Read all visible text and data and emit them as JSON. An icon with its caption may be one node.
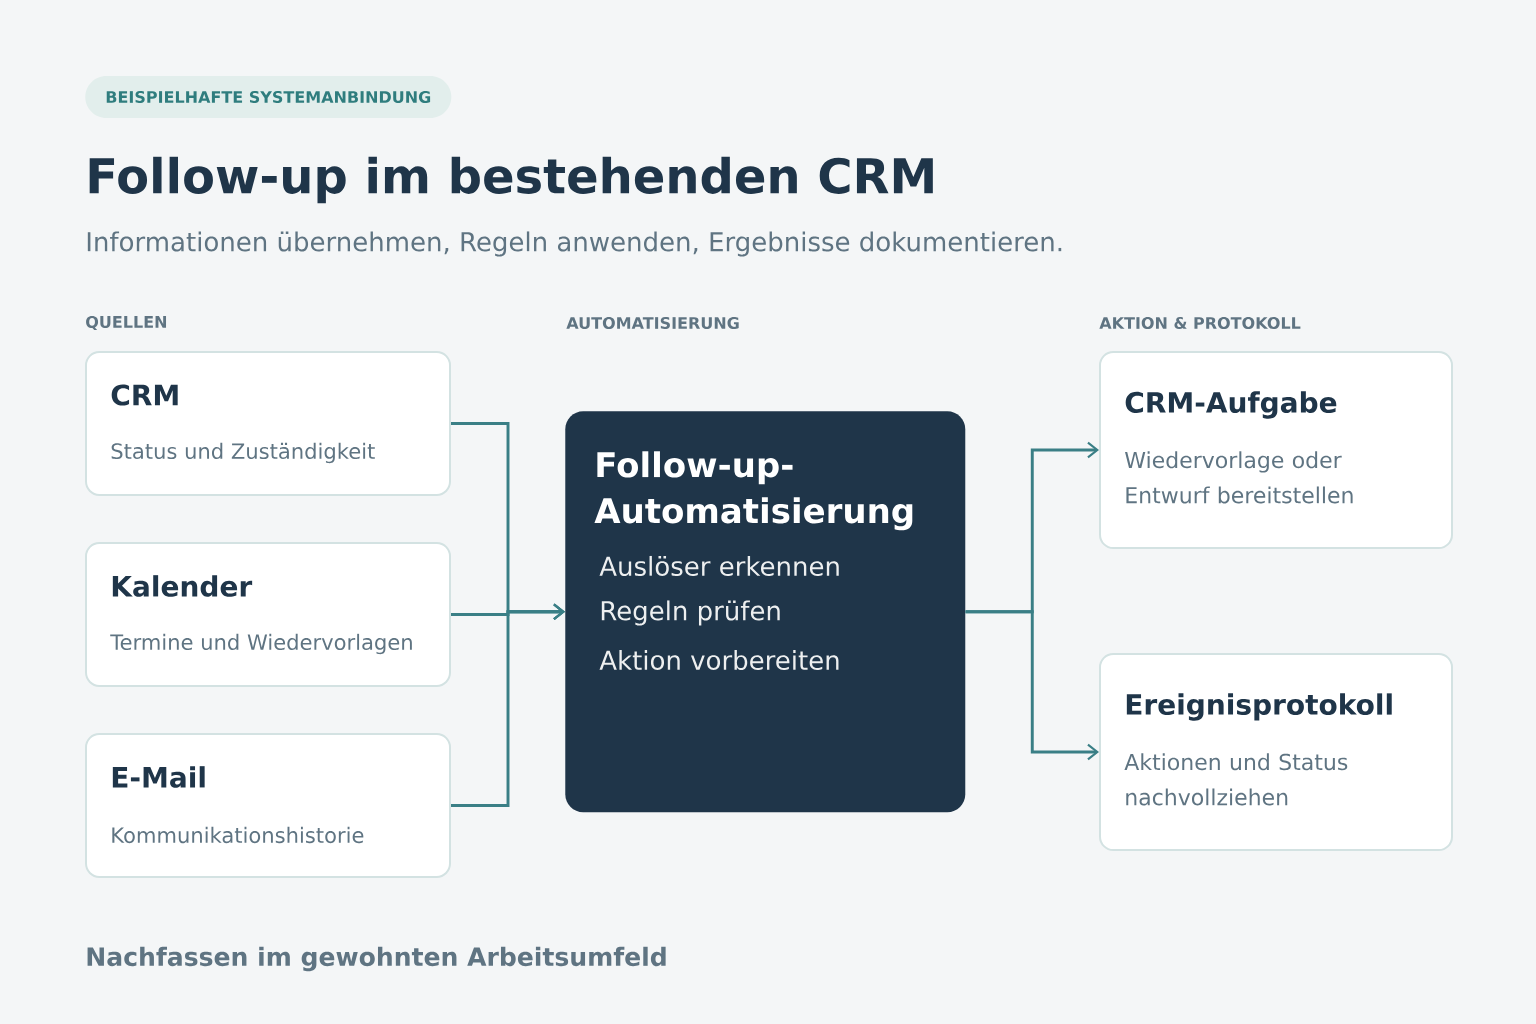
{
  "diagram": {
    "title": "Follow-up im bestehenden CRM",
    "nodes": [
      {
        "text": [
          "CRM",
          "Status und Zuständigkeit"
        ]
      },
      {
        "text": [
          "Kalender",
          "Termine und Wiedervorlagen"
        ]
      },
      {
        "text": [
          "E-Mail",
          "Kommunikationshistorie"
        ]
      },
      {
        "text": [
          "Follow-up-Automatisierung",
          "Auslöser erkennen",
          "Regeln prüfen",
          "Aktion vorbereiten"
        ]
      },
      {
        "text": [
          "CRM-Aufgabe",
          "Wiedervorlage oder Entwurf bereitstellen"
        ]
      },
      {
        "text": [
          "Ereignisprotokoll",
          "Aktionen und Status nachvollziehen"
        ]
      }
    ],
    "edges": [
      {
        "from": 0,
        "to": 3,
        "arrow": "to"
      },
      {
        "from": 1,
        "to": 3,
        "arrow": "to"
      },
      {
        "from": 2,
        "to": 3,
        "arrow": "to"
      },
      {
        "from": 3,
        "to": 4,
        "arrow": "to"
      },
      {
        "from": 3,
        "to": 5,
        "arrow": "to"
      }
    ],
    "labels": [
      "BEISPIELHAFTE SYSTEMANBINDUNG",
      "Informationen übernehmen, Regeln anwenden, Ergebnisse dokumentieren.",
      "QUELLEN",
      "AUTOMATISIERUNG",
      "AKTION & PROTOKOLL",
      "Nachfassen im gewohnten Arbeitsumfeld"
    ]
  }
}
